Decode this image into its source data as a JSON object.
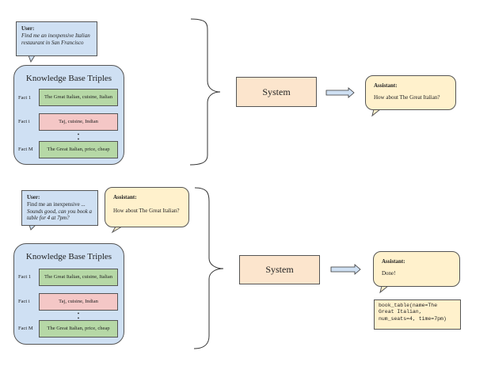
{
  "top": {
    "user": {
      "speaker": "User:",
      "text": "Find me an inexpensive Italian restaurant in San Francisco"
    },
    "kb": {
      "title": "Knowledge Base Triples",
      "facts": [
        {
          "label": "Fact 1",
          "text": "The Great Italian, cuisine, Italian"
        },
        {
          "label": "Fact i",
          "text": "Taj, cuisine, Indian"
        },
        {
          "label": "Fact M",
          "text": "The Great Italian, price, cheap"
        }
      ],
      "ellipsis": "•\n•\n•"
    },
    "system": "System",
    "assistant": {
      "speaker": "Assistant:",
      "text": "How about The Great Italian?"
    }
  },
  "bottom": {
    "user": {
      "speaker": "User:",
      "line1": "Find me an inexpensive ...",
      "line2": "Sounds good, can you book a table for 4 at 7pm?"
    },
    "assistant_prev": {
      "speaker": "Assistant:",
      "text": "How about The Great Italian?"
    },
    "kb": {
      "title": "Knowledge Base Triples",
      "facts": [
        {
          "label": "Fact 1",
          "text": "The Great Italian, cuisine, Italian"
        },
        {
          "label": "Fact i",
          "text": "Taj, cuisine, Indian"
        },
        {
          "label": "Fact M",
          "text": "The Great Italian, price, cheap"
        }
      ],
      "ellipsis": "•\n•\n•"
    },
    "system": "System",
    "assistant": {
      "speaker": "Assistant:",
      "text": "Done!"
    },
    "api_call": "book_table(name=The\nGreat Italian,\nnum_seats=4, time=7pm)"
  }
}
